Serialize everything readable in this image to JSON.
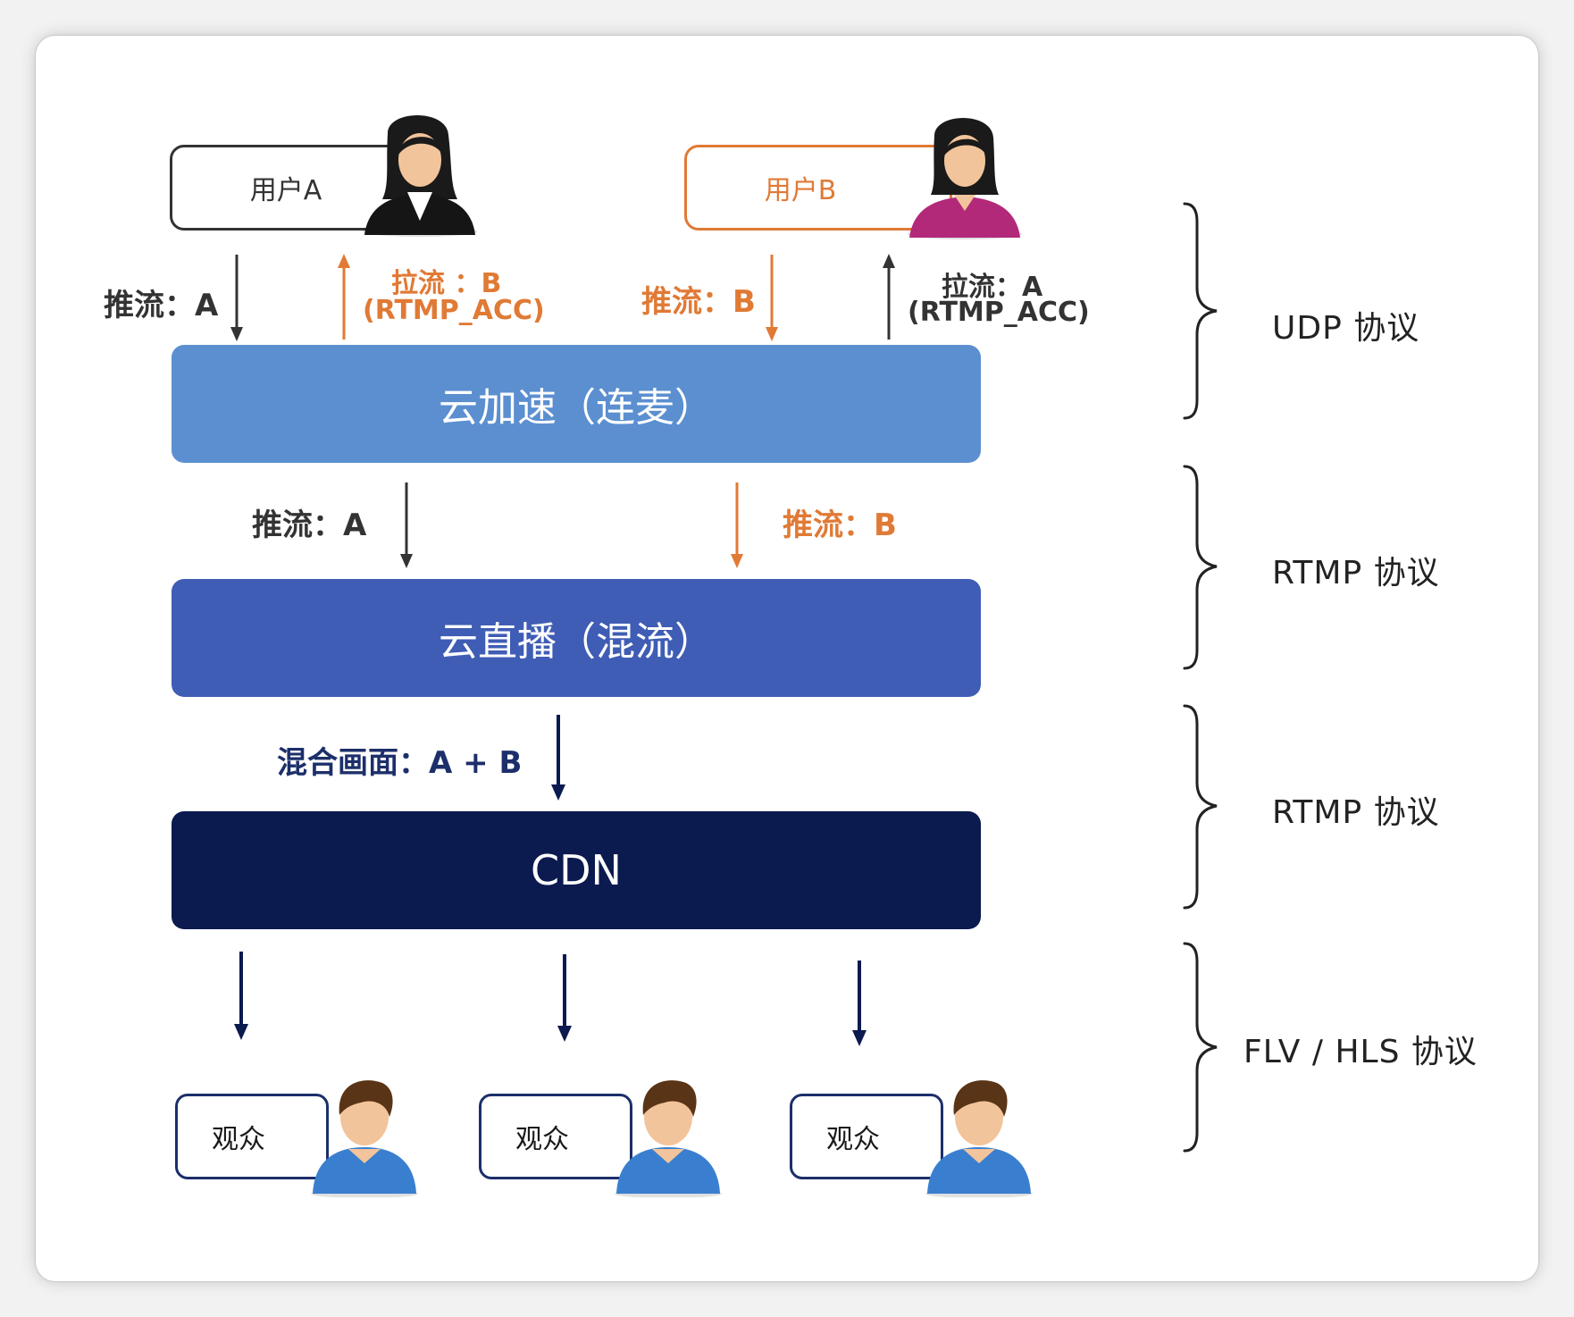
{
  "colors": {
    "orange": "#e07a35",
    "dark": "#333333",
    "accel": "#5b8fd0",
    "live": "#3f5db5",
    "cdn": "#0b1a4f",
    "navy": "#1c2f6a"
  },
  "users": {
    "a": {
      "label": "用户A",
      "icon": "female-user-black-suit-icon"
    },
    "b": {
      "label": "用户B",
      "icon": "female-user-magenta-icon"
    }
  },
  "top_flows": {
    "a_push": "推流：A",
    "a_pull_line1": "拉流 ：B",
    "a_pull_line2": "(RTMP_ACC)",
    "b_push": "推流：B",
    "b_pull_line1": "拉流：A",
    "b_pull_line2": "(RTMP_ACC)"
  },
  "layers": {
    "accel": "云加速（连麦）",
    "live": "云直播（混流）",
    "cdn": "CDN"
  },
  "mid_flows": {
    "a_push": "推流：A",
    "b_push": "推流：B"
  },
  "mix_label": "混合画面：A + B",
  "viewers": [
    {
      "label": "观众",
      "icon": "male-viewer-icon"
    },
    {
      "label": "观众",
      "icon": "male-viewer-icon"
    },
    {
      "label": "观众",
      "icon": "male-viewer-icon"
    }
  ],
  "protocols": [
    "UDP   协议",
    "RTMP 协议",
    "RTMP 协议",
    "FLV / HLS 协议"
  ]
}
